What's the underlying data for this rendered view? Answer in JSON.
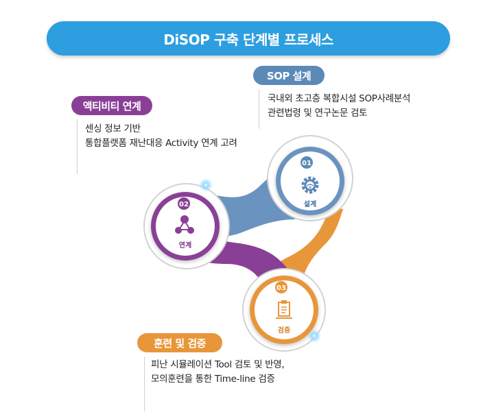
{
  "title": "DiSOP 구축 단계별 프로세스",
  "sections": {
    "activity": {
      "label": "액티비티 연계",
      "lines": [
        "센싱 정보 기반",
        "통합플랫폼 재난대응 Activity 연계 고려"
      ],
      "color": "#8a3f96"
    },
    "sop": {
      "label": "SOP 설계",
      "lines": [
        "국내외 초고층 복합시설 SOP사례분석",
        "관련법령 및 연구논문 검토"
      ],
      "color": "#5b8ab8"
    },
    "training": {
      "label": "훈련 및 검증",
      "lines": [
        "피난 시뮬레이션 Tool 검토 및 반영,",
        "모의훈련을 통한 Time-line 검증"
      ],
      "color": "#e8963a"
    }
  },
  "nodes": [
    {
      "num": "01",
      "label": "설계",
      "icon": "gear-wifi-icon",
      "color": "#5b8ab8"
    },
    {
      "num": "02",
      "label": "연계",
      "icon": "network-icon",
      "color": "#8a3f96"
    },
    {
      "num": "03",
      "label": "검증",
      "icon": "clipboard-icon",
      "color": "#e8963a"
    }
  ]
}
